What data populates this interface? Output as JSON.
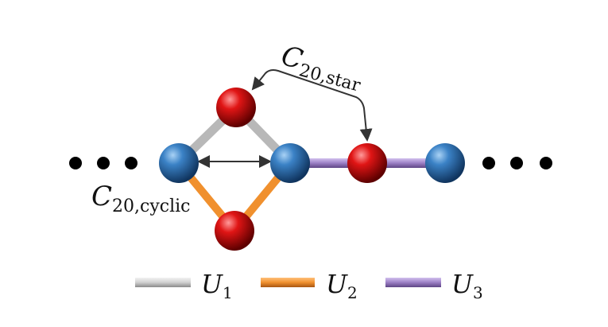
{
  "labels": {
    "cyclic": {
      "main": "C",
      "sub": "20,cyclic"
    },
    "star": {
      "main": "C",
      "sub": "20,star"
    }
  },
  "legend": [
    {
      "symbol": "U",
      "sub": "1",
      "color": "#c8c8c8"
    },
    {
      "symbol": "U",
      "sub": "2",
      "color": "#f0902e"
    },
    {
      "symbol": "U",
      "sub": "3",
      "color": "#9b7fc4"
    }
  ],
  "colors": {
    "blue_node": "#2f6fb0",
    "red_node": "#d01010",
    "bond_U1": "#c8c8c8",
    "bond_U2": "#f0902e",
    "bond_U3": "#9b7fc4",
    "ellipsis": "#000000"
  }
}
